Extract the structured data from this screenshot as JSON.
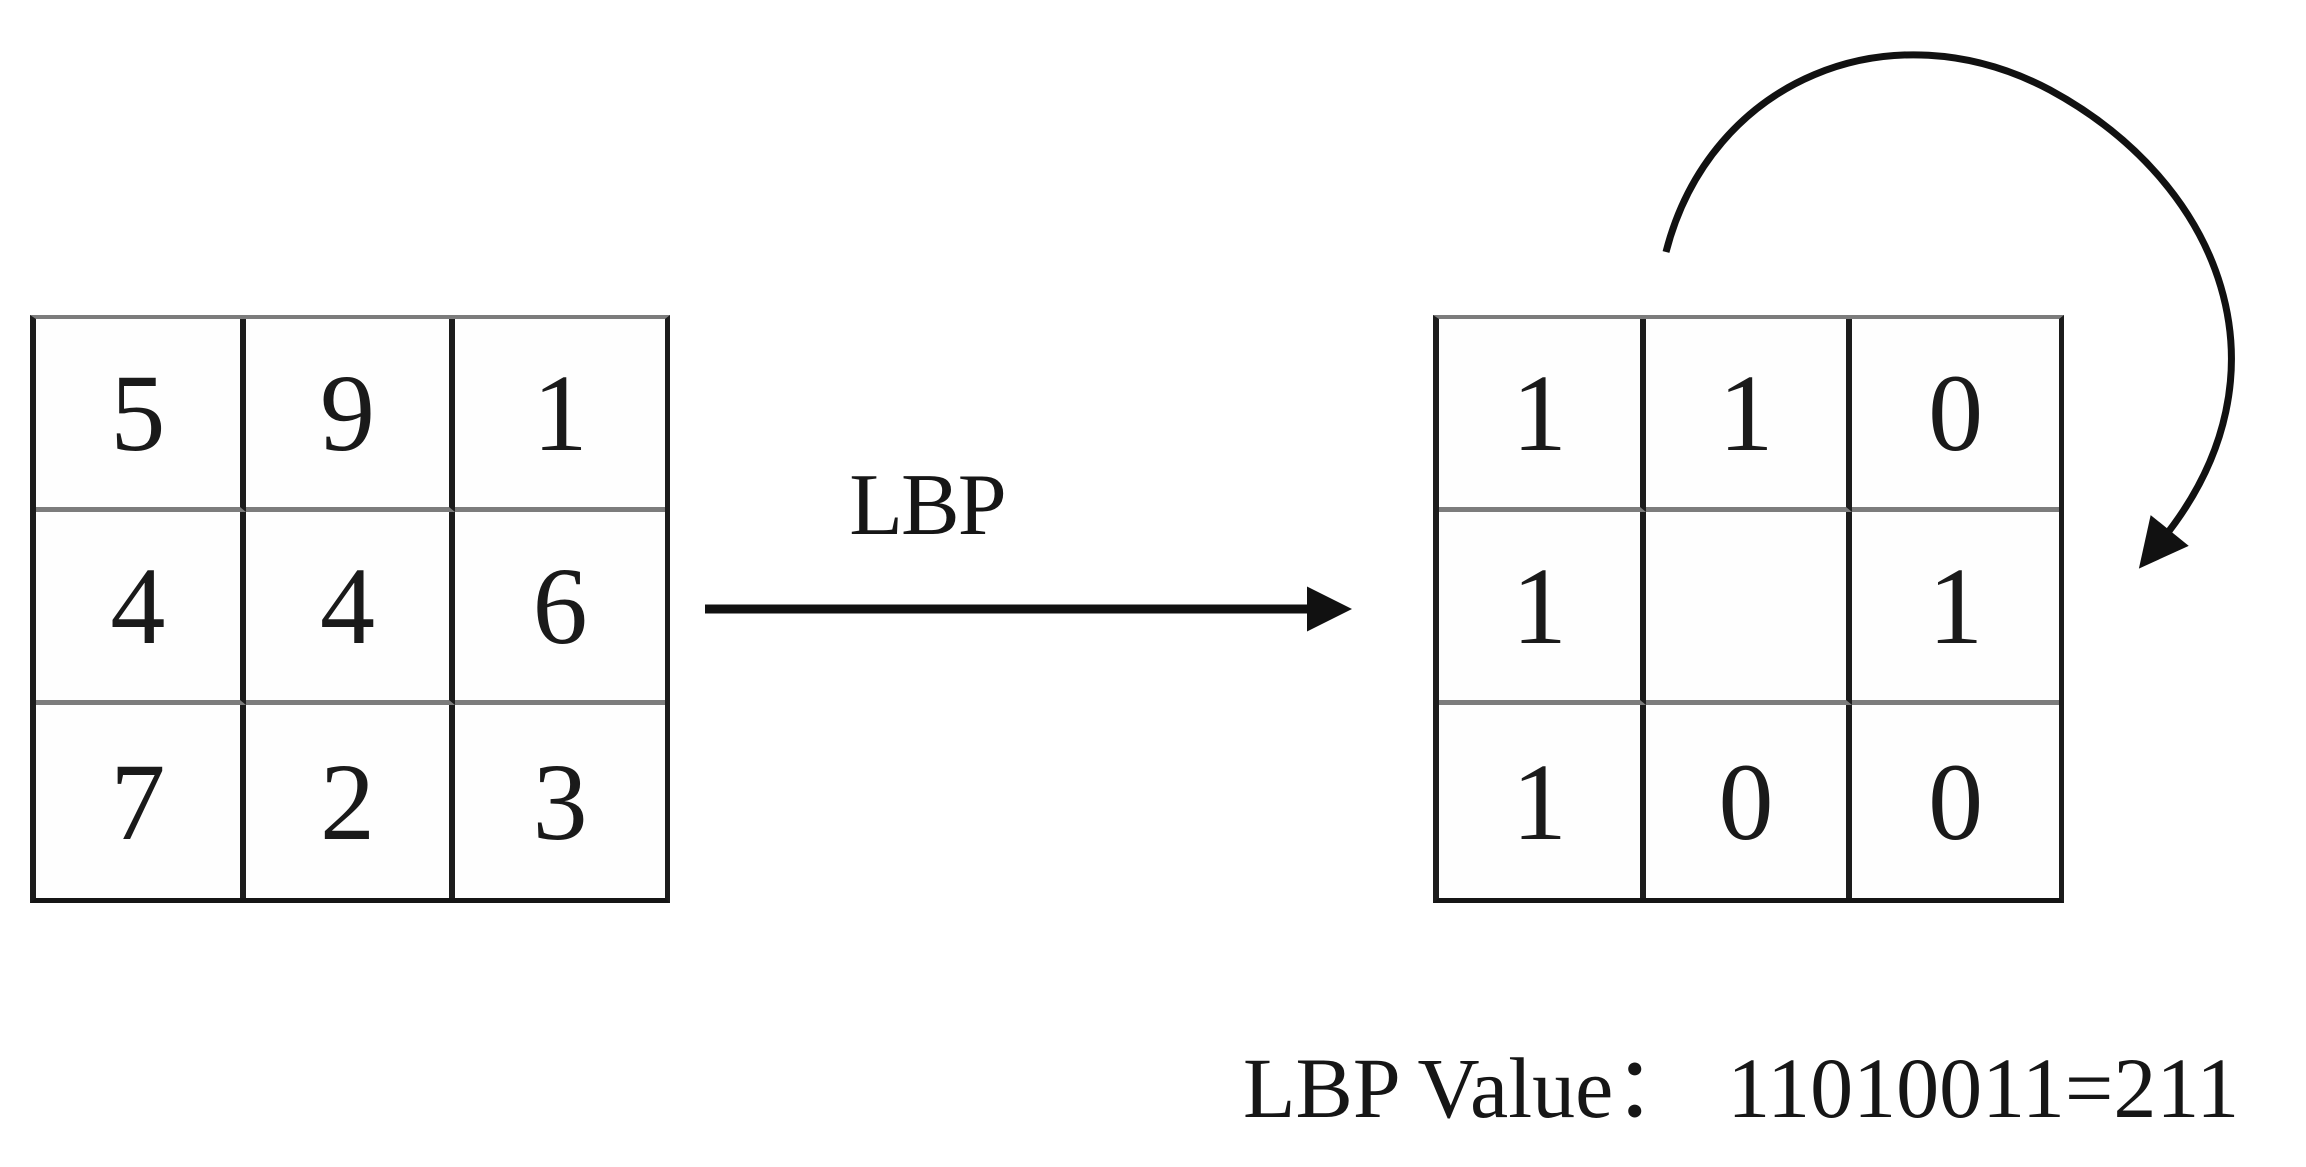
{
  "diagram": {
    "title_hint": "LBP (Local Binary Pattern) computation example",
    "input_grid": {
      "rows": [
        [
          "5",
          "9",
          "1"
        ],
        [
          "4",
          "4",
          "6"
        ],
        [
          "7",
          "2",
          "3"
        ]
      ]
    },
    "output_grid": {
      "rows": [
        [
          "1",
          "1",
          "0"
        ],
        [
          "1",
          "",
          "1"
        ],
        [
          "1",
          "0",
          "0"
        ]
      ]
    },
    "arrow_label": "LBP",
    "result_label": "LBP Value：",
    "result_value": "11010011=211",
    "icons": {
      "straight_arrow": "right-arrow",
      "curved_arrow": "clockwise-rotation-arrow"
    },
    "colors": {
      "background": "#ffffff",
      "grid_vertical_line": "#1c1c1c",
      "grid_horizontal_line": "#7c7c7c",
      "text": "#1a1a1a",
      "arrow": "#111111"
    }
  }
}
